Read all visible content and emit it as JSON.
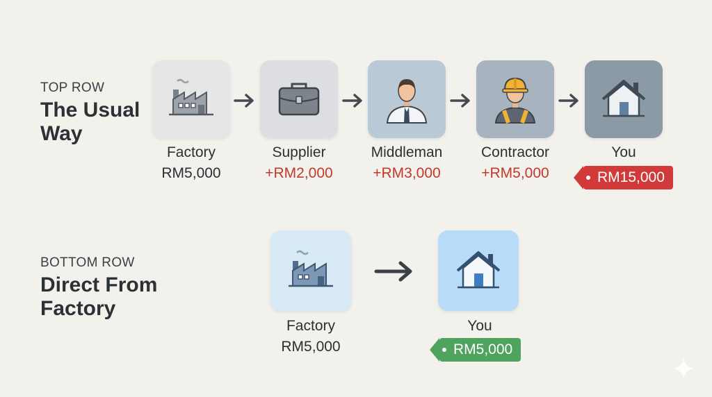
{
  "top_row": {
    "eyebrow": "TOP ROW",
    "title_line1": "The Usual",
    "title_line2": "Way",
    "steps": [
      {
        "label": "Factory",
        "price": "RM5,000",
        "icon": "factory-icon"
      },
      {
        "label": "Supplier",
        "price": "+RM2,000",
        "icon": "briefcase-icon"
      },
      {
        "label": "Middleman",
        "price": "+RM3,000",
        "icon": "businessman-icon"
      },
      {
        "label": "Contractor",
        "price": "+RM5,000",
        "icon": "construction-worker-icon"
      },
      {
        "label": "You",
        "price": "RM15,000",
        "icon": "house-icon"
      }
    ]
  },
  "bottom_row": {
    "eyebrow": "BOTTOM ROW",
    "title_line1": "Direct From",
    "title_line2": "Factory",
    "steps": [
      {
        "label": "Factory",
        "price": "RM5,000",
        "icon": "factory-icon"
      },
      {
        "label": "You",
        "price": "RM5,000",
        "icon": "house-icon"
      }
    ]
  },
  "colors": {
    "markup_red": "#c0392b",
    "total_tag_red": "#d23a3a",
    "savings_tag_green": "#4ea35f",
    "direct_tile_blue": "#cfe4f4"
  }
}
